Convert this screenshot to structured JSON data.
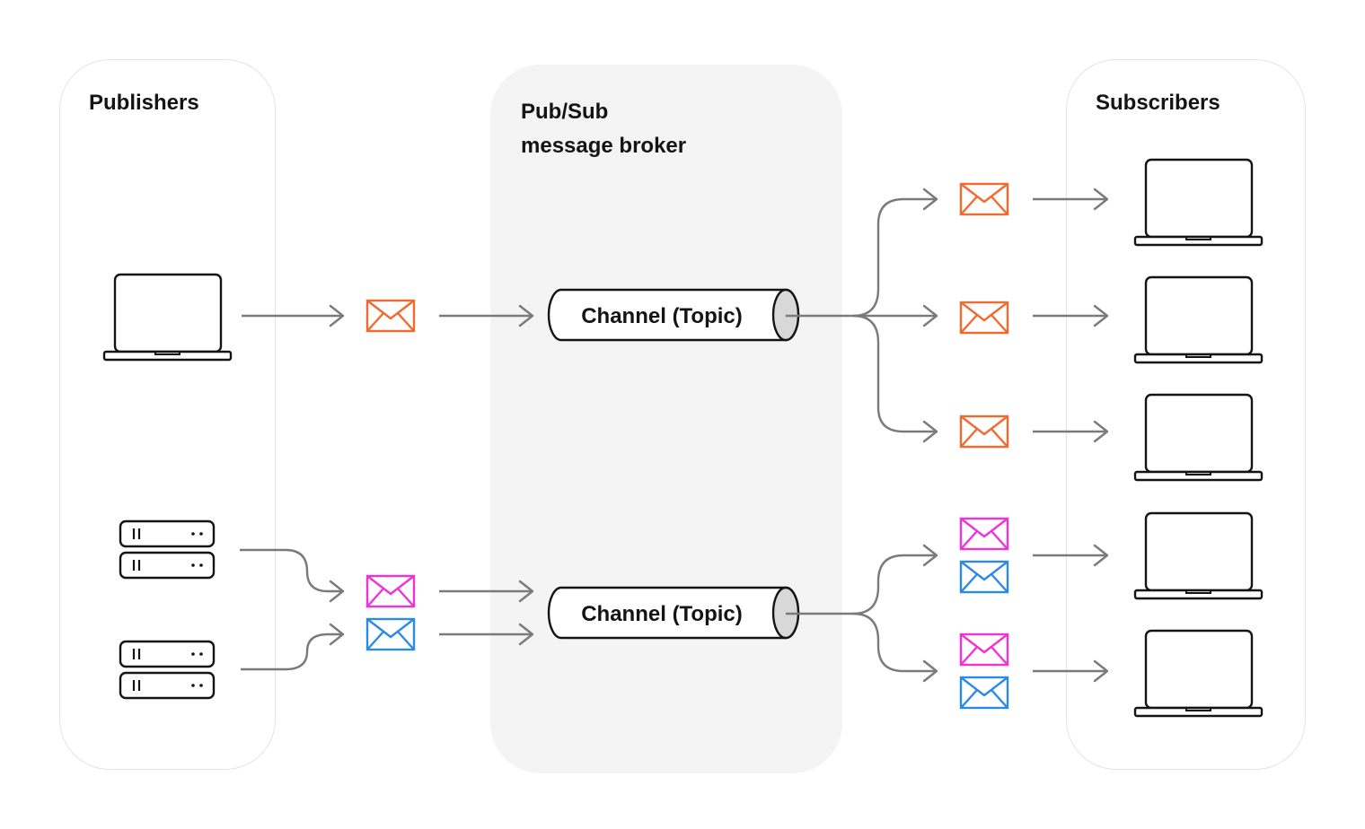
{
  "publishers": {
    "title": "Publishers"
  },
  "broker": {
    "title_line1": "Pub/Sub",
    "title_line2": "message broker"
  },
  "subscribers": {
    "title": "Subscribers"
  },
  "channels": [
    {
      "label": "Channel (Topic)"
    },
    {
      "label": "Channel (Topic)"
    }
  ],
  "colors": {
    "orange_message": "#f26a2e",
    "pink_message": "#f032d9",
    "blue_message": "#2a8ae6",
    "arrow": "#7a7a7a",
    "outline": "#141414"
  },
  "icons": [
    "laptop-icon",
    "server-icon",
    "envelope-icon",
    "channel-cylinder"
  ]
}
